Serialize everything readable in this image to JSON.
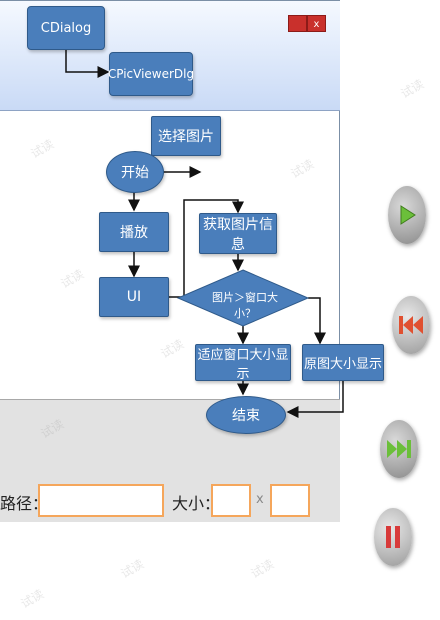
{
  "window": {
    "close_label": "x"
  },
  "diagram": {
    "cdialog": "CDialog",
    "cpicviewer": "CPicViewerDlg",
    "select_image": "选择图片",
    "start": "开始",
    "play": "播放",
    "get_info": "获取图片信息",
    "ui": "UI",
    "decision": "图片＞窗口大小？",
    "fit_window": "适应窗口大小显示",
    "original_size": "原图大小显示",
    "end": "结束"
  },
  "form": {
    "path_label": "路径：",
    "size_label": "大小：",
    "times": "x",
    "path_value": "",
    "width_value": "",
    "height_value": ""
  },
  "watermark": "试读",
  "colors": {
    "node": "#4a7ebb",
    "line": "#111111",
    "play": "#6bbf3a",
    "prev": "#e05030",
    "pause": "#d83a3a"
  }
}
